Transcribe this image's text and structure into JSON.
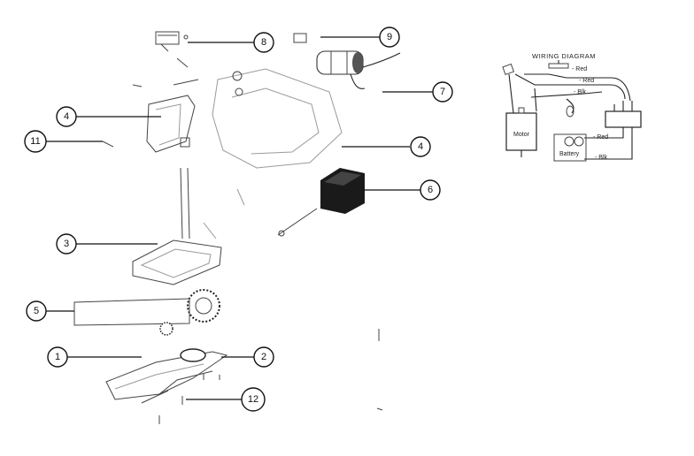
{
  "callouts": [
    {
      "id": "1"
    },
    {
      "id": "2"
    },
    {
      "id": "3"
    },
    {
      "id": "4a",
      "label": "4"
    },
    {
      "id": "4b",
      "label": "4"
    },
    {
      "id": "5"
    },
    {
      "id": "6"
    },
    {
      "id": "7"
    },
    {
      "id": "8"
    },
    {
      "id": "9"
    },
    {
      "id": "11"
    },
    {
      "id": "12"
    }
  ],
  "callout_labels": {
    "c1": "1",
    "c2": "2",
    "c3": "3",
    "c4a": "4",
    "c4b": "4",
    "c5": "5",
    "c6": "6",
    "c7": "7",
    "c8": "8",
    "c9": "9",
    "c11": "11",
    "c12": "12"
  },
  "wiring": {
    "title": "WIRING DIAGRAM",
    "red_top": "- Red",
    "red_mid": "- Red",
    "blk_mid": "- Blk",
    "motor": "Motor",
    "red_battery": "- Red",
    "battery": "Battery",
    "blk_battery": "- Blk"
  }
}
